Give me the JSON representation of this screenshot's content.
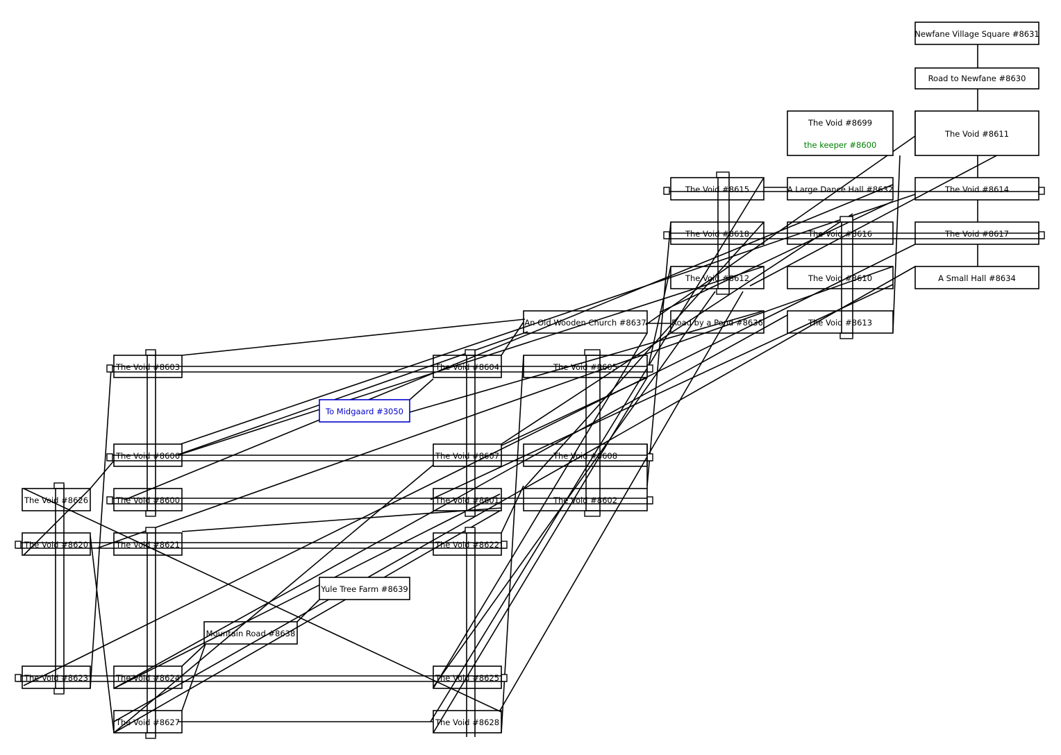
{
  "colors": {
    "line": "#000000",
    "room_border": "#000000",
    "room_fill": "#ffffff",
    "exit_room": "#0000cc",
    "mob": "#008000"
  },
  "rooms": {
    "r8631": "Newfane Village Square #8631",
    "r8630": "Road to Newfane #8630",
    "r8699": "The Void #8699",
    "r8611": "The Void #8611",
    "r8615": "The Void #8615",
    "r8632": "A Large Dance Hall #8632",
    "r8614": "The Void #8614",
    "r8618": "The Void #8618",
    "r8616": "The Void #8616",
    "r8617": "The Void #8617",
    "r8612": "The Void #8612",
    "r8610": "The Void #8610",
    "r8634": "A Small Hall #8634",
    "r8637": "An Old Wooden Church #8637",
    "r8636": "Road by a Pond #8636",
    "r8613": "The Void #8613",
    "r8603": "The Void #8603",
    "r8604": "The Void #8604",
    "r8605": "The Void #8605",
    "r3050": "To Midgaard #3050",
    "r8606": "The Void #8606",
    "r8607": "The Void #8607",
    "r8608": "The Void #8608",
    "r8626": "The Void #8626",
    "r8600": "The Void #8600",
    "r8601": "The Void #8601",
    "r8602": "The Void #8602",
    "r8620": "The Void #8620",
    "r8621": "The Void #8621",
    "r8622": "The Void #8622",
    "r8639": "Yule Tree Farm #8639",
    "r8638": "Mountain Road #8638",
    "r8623": "The Void #8623",
    "r8624": "The Void #8624",
    "r8625": "The Void #8625",
    "r8627": "The Void #8627",
    "r8628": "The Void #8628"
  },
  "mobs": {
    "keeper": "the keeper #8600"
  }
}
